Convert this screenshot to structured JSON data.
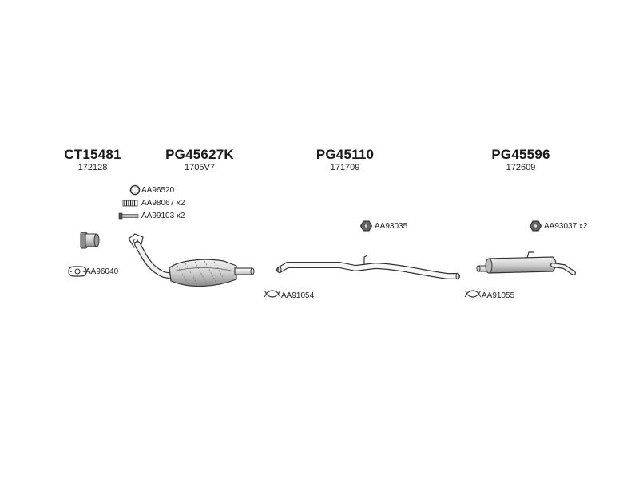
{
  "groups": [
    {
      "main": "CT15481",
      "sub": "172128"
    },
    {
      "main": "PG45627K",
      "sub": "1705V7"
    },
    {
      "main": "PG45110",
      "sub": "171709"
    },
    {
      "main": "PG45596",
      "sub": "172609"
    }
  ],
  "parts": {
    "clamp_ring": "AA96520",
    "spring": "AA98067 x2",
    "bolt": "AA99103 x2",
    "gasket_front": "AA96040",
    "nut_mid": "AA93035",
    "nut_rear": "AA93037 x2",
    "clamp_mid": "AA91054",
    "clamp_rear": "AA91055"
  },
  "colors": {
    "stroke": "#333333",
    "metal": "#d9d9d9",
    "dark": "#555555"
  }
}
